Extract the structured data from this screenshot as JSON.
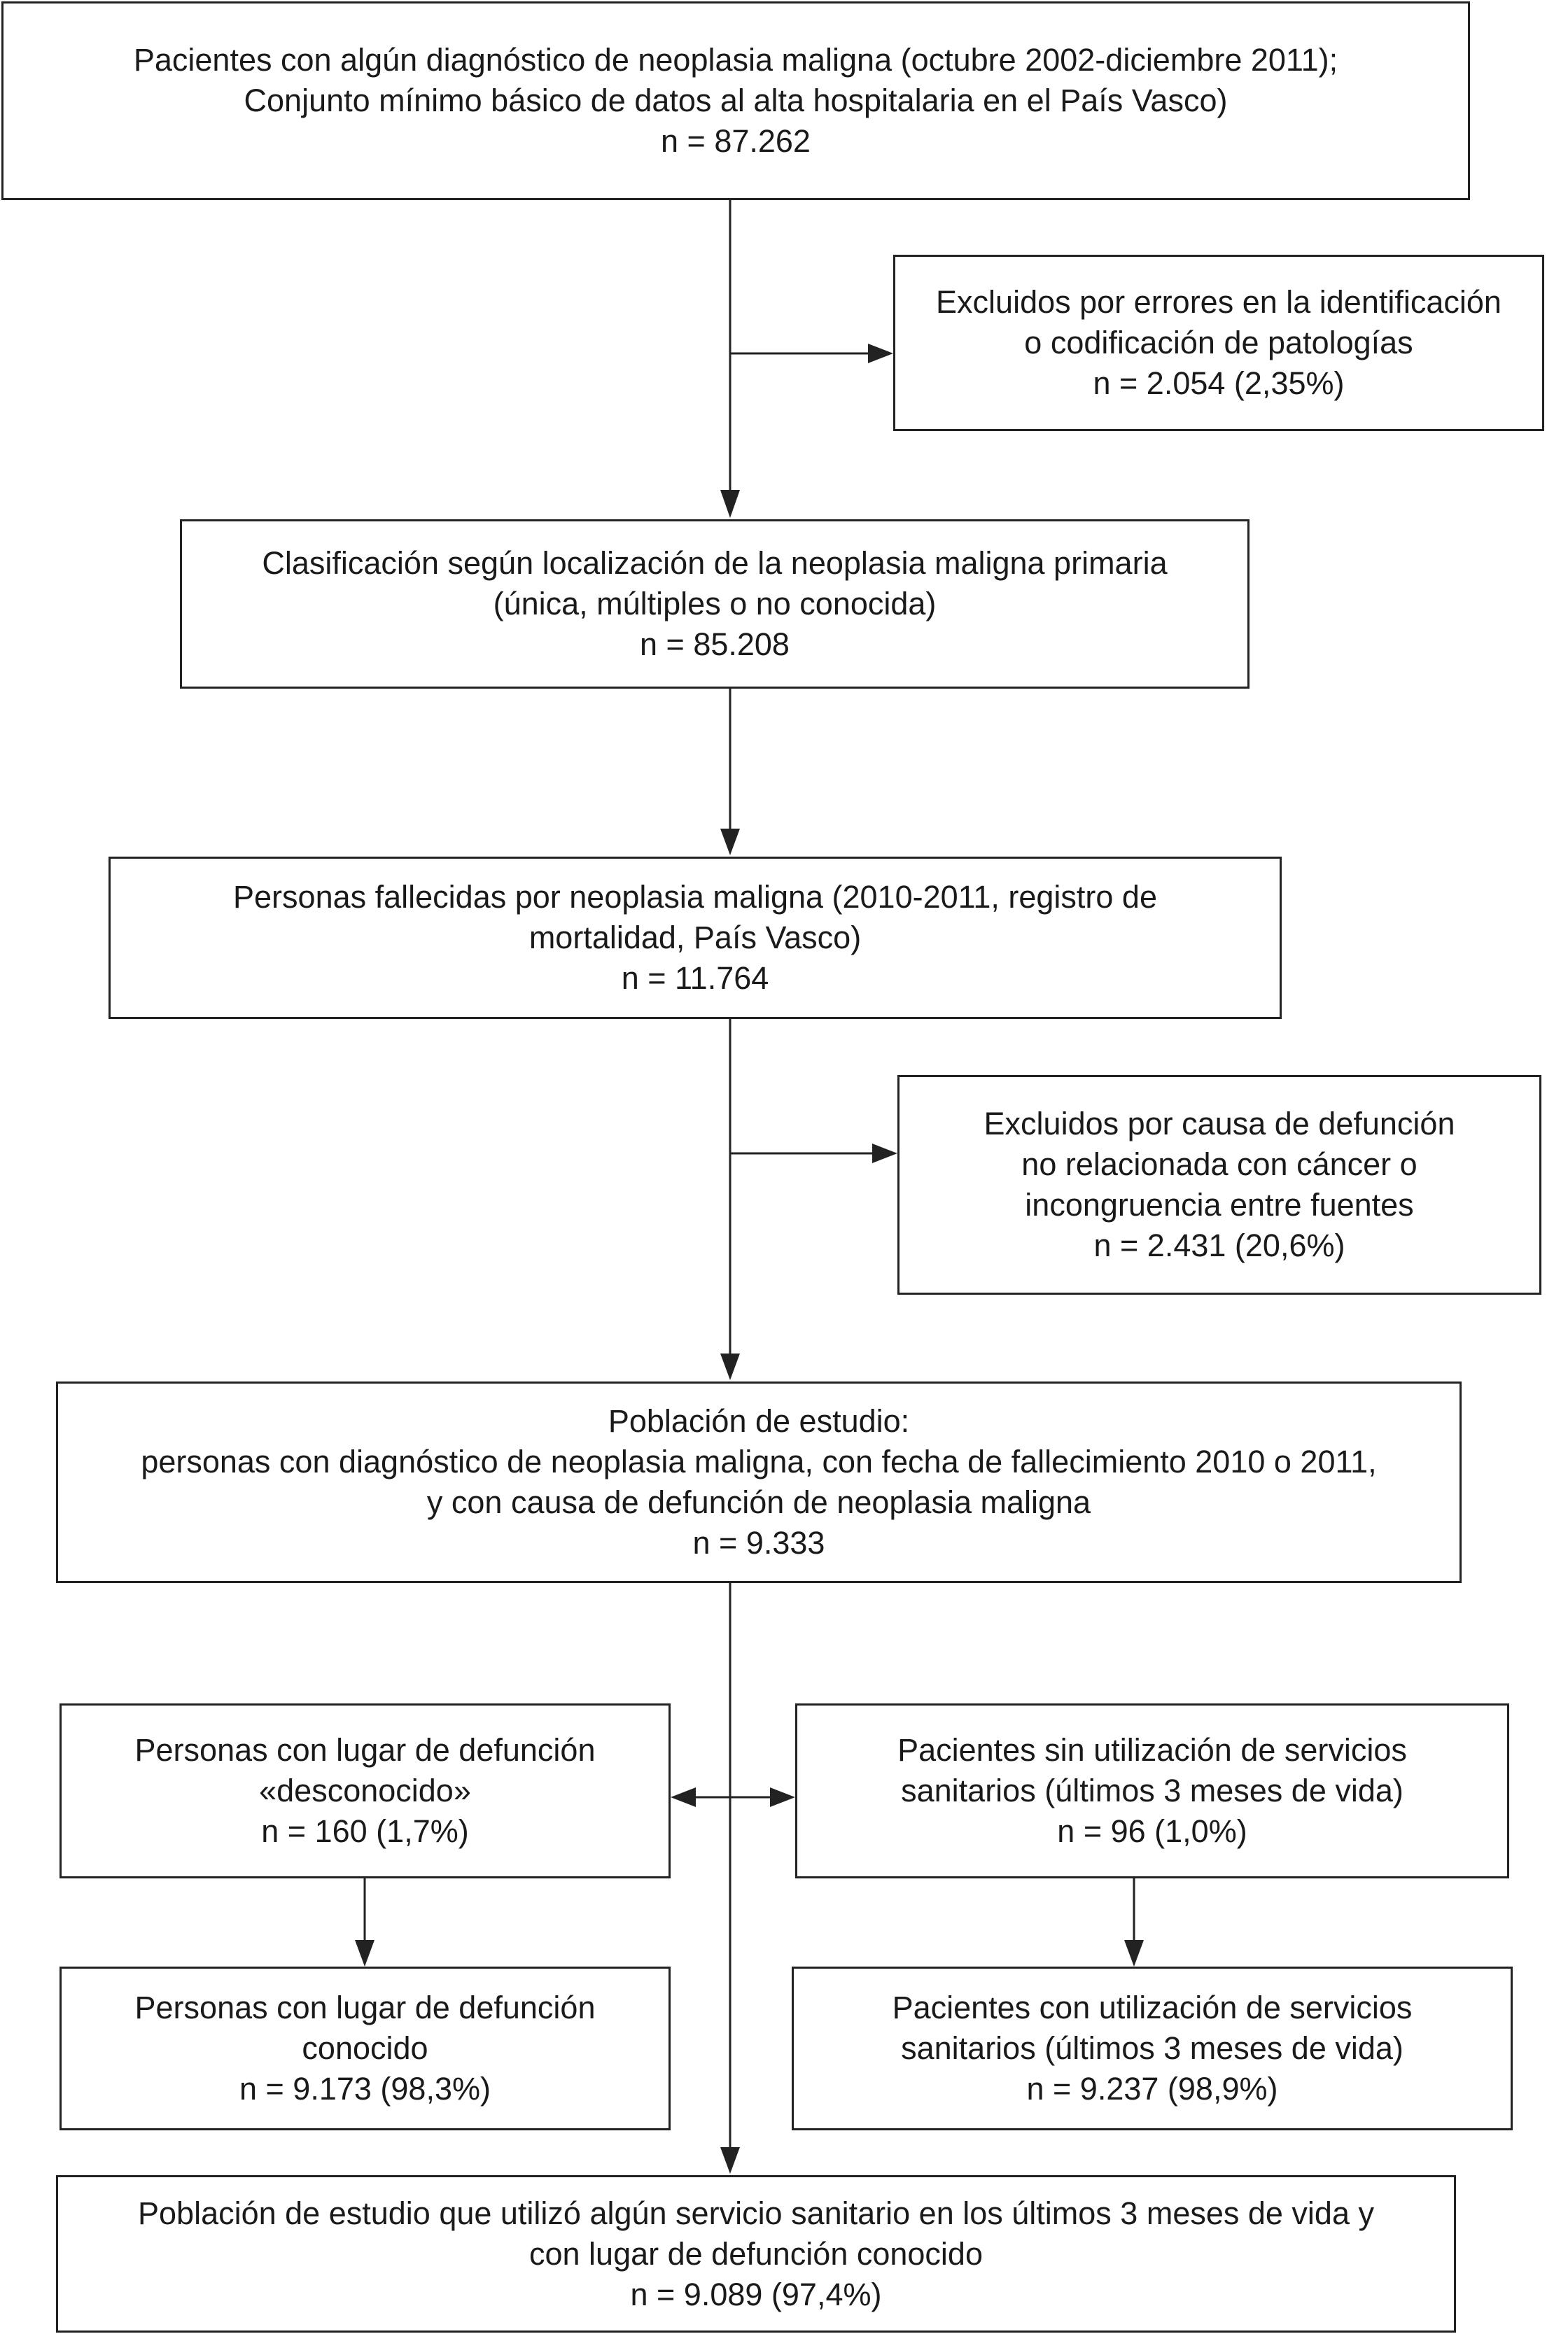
{
  "boxes": {
    "source_patients": {
      "line1": "Pacientes con algún diagnóstico de neoplasia maligna (octubre 2002-diciembre 2011);",
      "line2": "Conjunto mínimo básico de datos al alta hospitalaria en el País Vasco)",
      "n": "n = 87.262"
    },
    "excluded_errors": {
      "line1": "Excluidos por errores en la identificación",
      "line2": "o codificación de patologías",
      "n": "n = 2.054 (2,35%)"
    },
    "classification": {
      "line1": "Clasificación según localización de la neoplasia maligna primaria",
      "line2": "(única, múltiples o no conocida)",
      "n": "n = 85.208"
    },
    "deceased": {
      "line1": "Personas fallecidas por neoplasia maligna (2010-2011, registro de",
      "line2": "mortalidad, País Vasco)",
      "n": "n = 11.764"
    },
    "excluded_cause": {
      "line1": "Excluidos por causa de defunción",
      "line2": "no relacionada con cáncer o",
      "line3": "incongruencia entre fuentes",
      "n": "n = 2.431 (20,6%)"
    },
    "study_population": {
      "line1": "Población de estudio:",
      "line2": "personas con diagnóstico de neoplasia maligna, con fecha de fallecimiento 2010 o 2011,",
      "line3": "y con causa de defunción de neoplasia maligna",
      "n": "n = 9.333"
    },
    "unknown_place": {
      "line1": "Personas con lugar de defunción",
      "line2": "«desconocido»",
      "n": "n = 160 (1,7%)"
    },
    "no_services": {
      "line1": "Pacientes sin utilización de servicios",
      "line2": "sanitarios (últimos 3 meses de vida)",
      "n": "n = 96 (1,0%)"
    },
    "known_place": {
      "line1": "Personas con lugar de defunción",
      "line2": "conocido",
      "n": "n = 9.173 (98,3%)"
    },
    "with_services": {
      "line1": "Pacientes con utilización de servicios",
      "line2": "sanitarios (últimos 3 meses de vida)",
      "n": "n = 9.237 (98,9%)"
    },
    "final_population": {
      "line1": "Población de estudio que utilizó algún servicio sanitario en los últimos 3 meses de vida y",
      "line2": "con lugar de defunción conocido",
      "n": "n = 9.089 (97,4%)"
    }
  },
  "colors": {
    "line": "#222222",
    "text": "#1a1a1a",
    "background": "#ffffff"
  }
}
